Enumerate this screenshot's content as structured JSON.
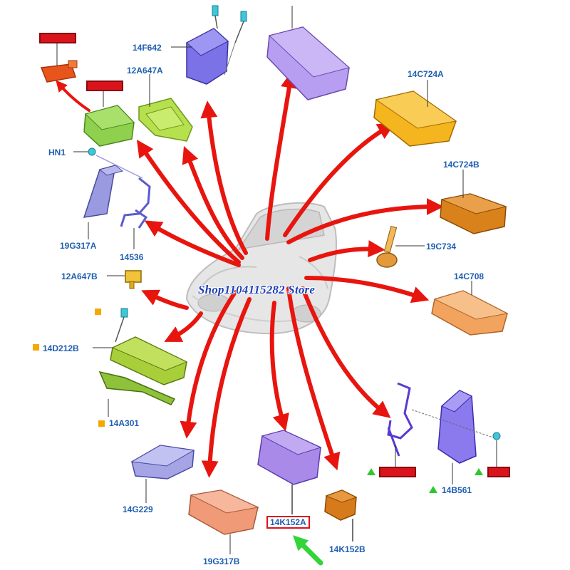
{
  "labels": {
    "m_14F642": "14F642",
    "m_12A647A": "12A647A",
    "m_HN1": "HN1",
    "m_19G317A": "19G317A",
    "m_14536": "14536",
    "m_12A647B": "12A647B",
    "m_14D212B": "14D212B",
    "m_14A301": "14A301",
    "m_14G229": "14G229",
    "m_19G317B": "19G317B",
    "m_14K152A": "14K152A",
    "m_14K152B": "14K152B",
    "m_14C724A": "14C724A",
    "m_14C724B": "14C724B",
    "m_19C734": "19C734",
    "m_14C708": "14C708",
    "m_14B561": "14B561"
  },
  "watermark": "Shop1104115282 Store",
  "colors": {
    "arrow": "#e8150f",
    "label_text": "#1f5fb0",
    "highlight_box": "#d9141c",
    "square_marker": "#f4a900",
    "triangle_marker": "#2ec82e",
    "pointer_arrow": "#33d43a"
  }
}
